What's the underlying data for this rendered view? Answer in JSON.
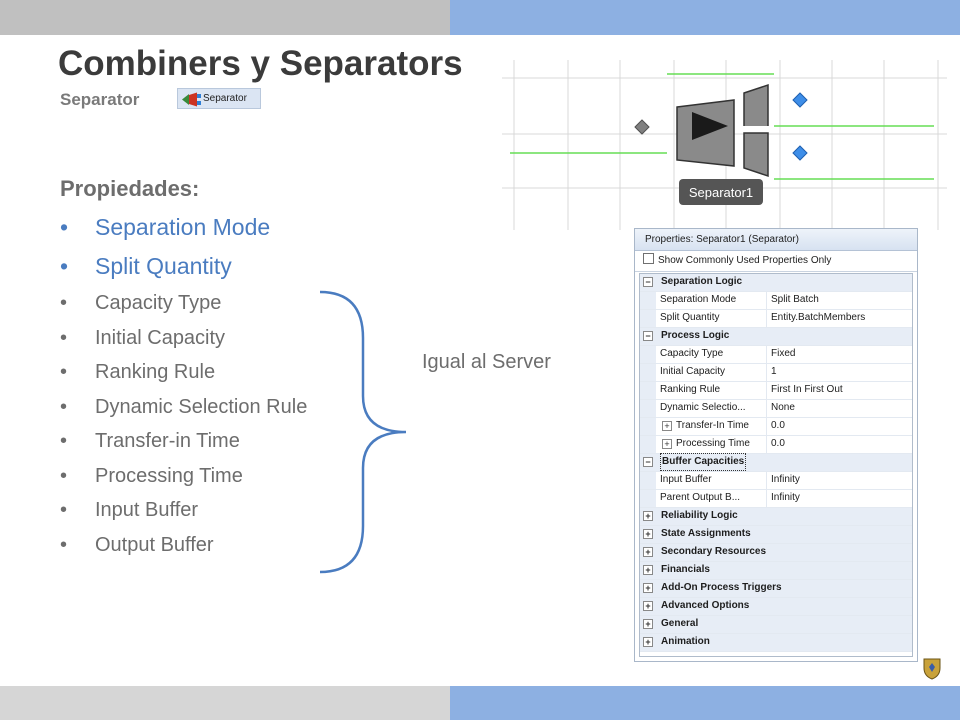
{
  "slide": {
    "title": "Combiners y Separators",
    "subtitle": "Separator",
    "tool_label": "Separator",
    "heading": "Propiedades:",
    "bullet_char": "•",
    "items": [
      {
        "text": "Separation Mode",
        "style": "big"
      },
      {
        "text": "Split Quantity",
        "style": "big"
      },
      {
        "text": "Capacity Type",
        "style": "small"
      },
      {
        "text": "Initial Capacity",
        "style": "small"
      },
      {
        "text": "Ranking Rule",
        "style": "small"
      },
      {
        "text": "Dynamic Selection Rule",
        "style": "small"
      },
      {
        "text": "Transfer-in Time",
        "style": "small"
      },
      {
        "text": "Processing Time",
        "style": "small"
      },
      {
        "text": "Input Buffer",
        "style": "small"
      },
      {
        "text": "Output Buffer",
        "style": "small"
      }
    ],
    "note": "Igual al Server"
  },
  "diagram": {
    "object_label": "Separator1"
  },
  "properties": {
    "title": "Properties: Separator1 (Separator)",
    "checkbox_label": "Show Commonly Used Properties Only",
    "checkbox_checked": false,
    "rows": [
      {
        "kind": "cat",
        "expander": "⊟",
        "label": "Separation Logic"
      },
      {
        "kind": "prop",
        "name": "Separation Mode",
        "value": "Split Batch"
      },
      {
        "kind": "prop",
        "name": "Split Quantity",
        "value": "Entity.BatchMembers"
      },
      {
        "kind": "cat",
        "expander": "⊟",
        "label": "Process Logic"
      },
      {
        "kind": "prop",
        "name": "Capacity Type",
        "value": "Fixed"
      },
      {
        "kind": "prop",
        "name": "Initial Capacity",
        "value": "1"
      },
      {
        "kind": "prop",
        "name": "Ranking Rule",
        "value": "First In First Out"
      },
      {
        "kind": "prop",
        "name": "Dynamic Selectio...",
        "value": "None"
      },
      {
        "kind": "prop",
        "name": "Transfer-In Time",
        "value": "0.0",
        "sub": true
      },
      {
        "kind": "prop",
        "name": "Processing Time",
        "value": "0.0",
        "sub": true
      },
      {
        "kind": "cat",
        "expander": "⊟",
        "label": "Buffer Capacities",
        "selected": true
      },
      {
        "kind": "prop",
        "name": "Input Buffer",
        "value": "Infinity"
      },
      {
        "kind": "prop",
        "name": "Parent Output B...",
        "value": "Infinity"
      },
      {
        "kind": "cat",
        "expander": "⊞",
        "label": "Reliability Logic"
      },
      {
        "kind": "cat",
        "expander": "⊞",
        "label": "State Assignments"
      },
      {
        "kind": "cat",
        "expander": "⊞",
        "label": "Secondary Resources"
      },
      {
        "kind": "cat",
        "expander": "⊞",
        "label": "Financials"
      },
      {
        "kind": "cat",
        "expander": "⊞",
        "label": "Add-On Process Triggers"
      },
      {
        "kind": "cat",
        "expander": "⊞",
        "label": "Advanced Options"
      },
      {
        "kind": "cat",
        "expander": "⊞",
        "label": "General"
      },
      {
        "kind": "cat",
        "expander": "⊞",
        "label": "Animation"
      }
    ]
  },
  "colors": {
    "accent_blue": "#4a7cc0",
    "text_gray": "#6d6d6d",
    "band_blue": "#8db0e2",
    "band_gray": "#c0c0c0",
    "connector_green": "#66dd55"
  }
}
